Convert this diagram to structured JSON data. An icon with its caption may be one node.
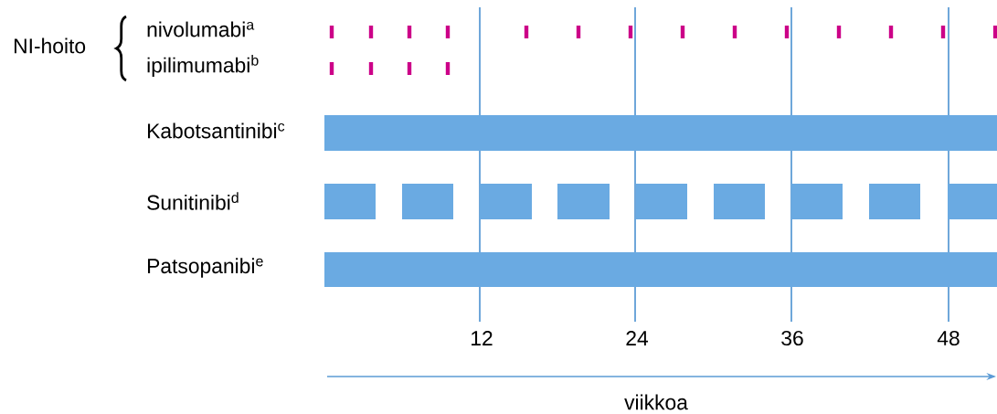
{
  "diagram": {
    "labels": [
      "NI-hoito",
      "nivolumabi$^{a}$",
      "ipilimumabi$^{b}$",
      "Kabotsantinibi$^{c}$",
      "Sunitinibi$^{d}$",
      "Patsopanibi$^{e}$",
      "12",
      "24",
      "36",
      "48",
      "viikkoa"
    ]
  }
}
